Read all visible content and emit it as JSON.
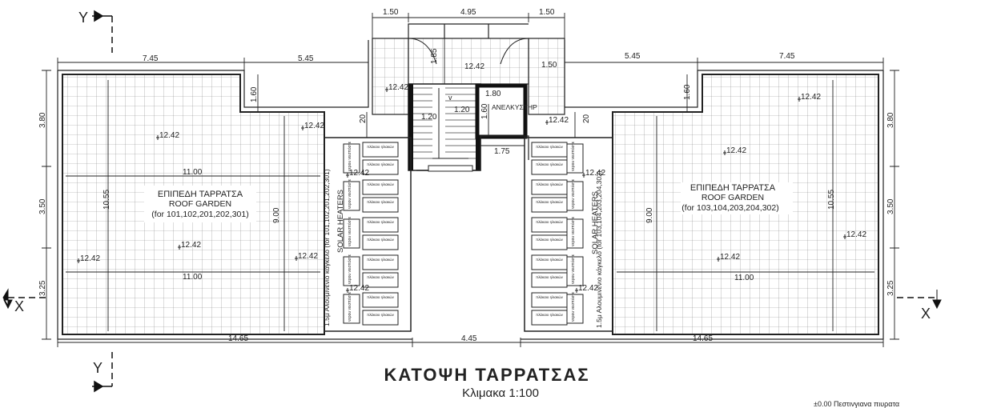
{
  "title": "ΚΑΤΟΨΗ ΤΑΡΡΑΤΣΑΣ",
  "scale": "Κλιμακα 1:100",
  "footnote": "±0.00  Πεστινγιανα πιυρατα",
  "sections": {
    "y_top": "Y",
    "y_bottom": "Y",
    "x_left": "X",
    "x_right": "X"
  },
  "left_terrace": {
    "name_gr": "ΕΠΙΠΕΔΗ ΤΑΡΡΑΤΣΑ",
    "name_en": "ROOF GARDEN",
    "units": "(for 101,102,201,202,301)"
  },
  "right_terrace": {
    "name_gr": "ΕΠΙΠΕΔΗ ΤΑΡΡΑΤΣΑ",
    "name_en": "ROOF GARDEN",
    "units": "(for 103,104,203,204,302)"
  },
  "elevator": "ΑΝΕΛΚΥΣΤΗΡ",
  "solar_left": {
    "label": "SOLAR HEATERS",
    "note": "1.5μ Αλουμινένιο κάγκελο (for 101,102,201,202,301)"
  },
  "solar_right": {
    "label": "SOLAR HEATERS",
    "note": "1.5μ Αλουμινένιο κάγκελο (for 103,104,203,204,302)"
  },
  "panel_label": "πλάκαιο ηλιακών",
  "tank_label": "νερου\nνεισπόστε",
  "level": "12.42",
  "dims": {
    "top_150_a": "1.50",
    "top_495": "4.95",
    "top_150_b": "1.50",
    "left_745": "7.45",
    "left_545": "5.45",
    "right_545": "5.45",
    "right_745": "7.45",
    "d185": "1.85",
    "d150_right": "1.50",
    "d160_left": "1.60",
    "d160_right": "1.60",
    "d180": "1.80",
    "d120_a": "1.20",
    "d120_b": "1.20",
    "d160_el": "1.60",
    "d175": "1.75",
    "d20_left": "20",
    "d20_right": "20",
    "side_380_l": "3.80",
    "side_350_l": "3.50",
    "side_325_l": "3.25",
    "side_380_r": "3.80",
    "side_350_r": "3.50",
    "side_325_r": "3.25",
    "in_1100_l_top": "11.00",
    "in_1100_l_bot": "11.00",
    "in_1055_l": "10.55",
    "in_900_l": "9.00",
    "in_1100_r": "11.00",
    "in_1055_r": "10.55",
    "in_900_r": "9.00",
    "bot_1465_l": "14.65",
    "bot_445": "4.45",
    "bot_1465_r": "14.65"
  }
}
